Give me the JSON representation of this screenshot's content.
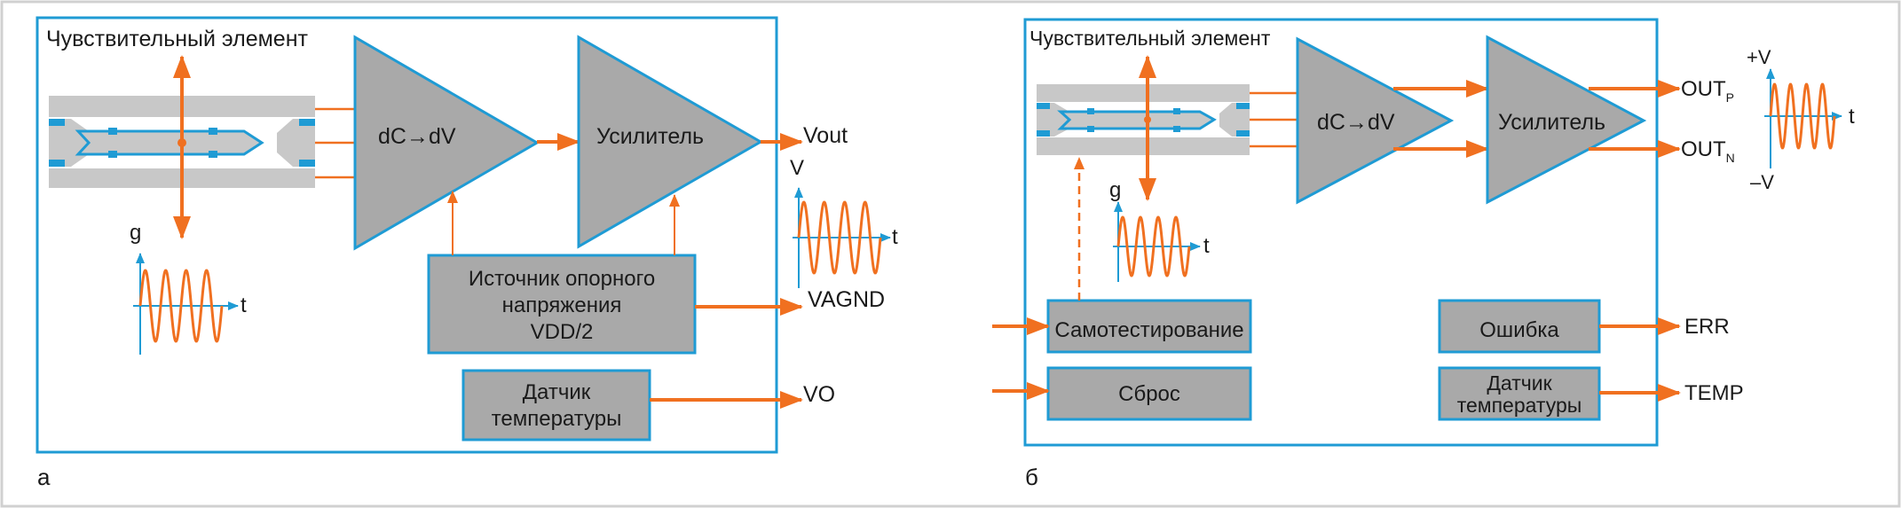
{
  "colors": {
    "accent_blue": "#1f9bd4",
    "arrow_orange": "#f07020",
    "block_gray": "#a9a9a9",
    "strip_gray": "#c8c8c8",
    "text": "#1a1a1a"
  },
  "icons": [
    "orange-arrow-icon",
    "sine-wave-icon",
    "triangle-amplifier-icon"
  ],
  "panel_a": {
    "caption": "а",
    "sensor_label": "Чувствительный элемент",
    "conv_label": "dC→dV",
    "amp_label": "Усилитель",
    "ref_lines": [
      "Источник опорного",
      "напряжения",
      "VDD/2"
    ],
    "temp_lines": [
      "Датчик",
      "температуры"
    ],
    "out_vout": "Vout",
    "out_vagnd": "VAGND",
    "out_vo": "VO",
    "graph_g": {
      "y_label": "g",
      "x_label": "t"
    },
    "graph_v": {
      "y_label": "V",
      "x_label": "t"
    }
  },
  "panel_b": {
    "caption": "б",
    "sensor_label": "Чувствительный элемент",
    "conv_label": "dC→dV",
    "amp_label": "Усилитель",
    "selftest_label": "Самотестирование",
    "reset_label": "Сброс",
    "error_label": "Ошибка",
    "temp_lines": [
      "Датчик",
      "температуры"
    ],
    "out_p": "OUT",
    "out_p_sub": "P",
    "out_n": "OUT",
    "out_n_sub": "N",
    "out_err": "ERR",
    "out_temp": "TEMP",
    "graph_g": {
      "y_label": "g",
      "x_label": "t"
    },
    "graph_out": {
      "y_top": "+V",
      "y_bottom": "–V",
      "x_label": "t"
    }
  }
}
